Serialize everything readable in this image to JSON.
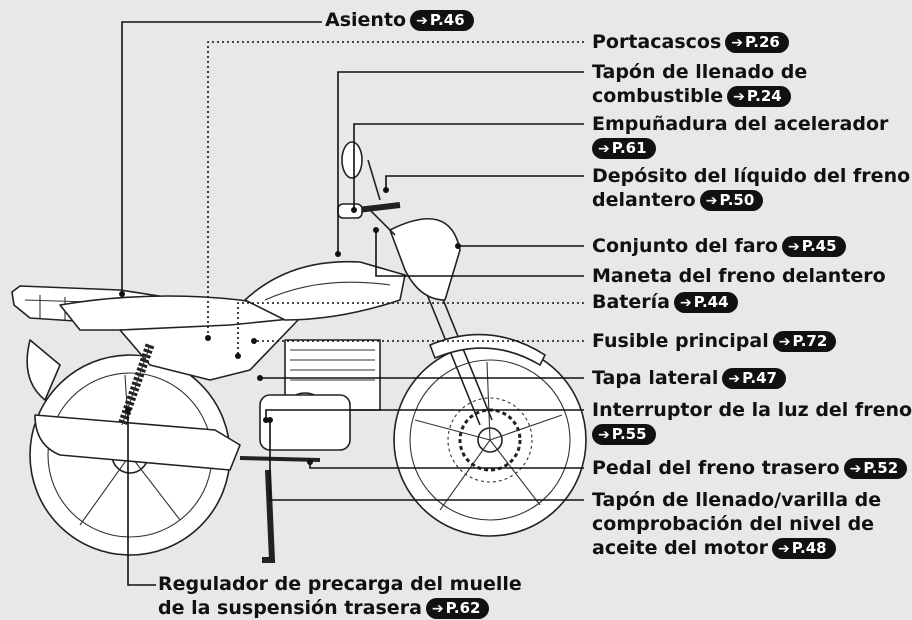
{
  "callouts": [
    {
      "id": "asiento",
      "lines": [
        "Asiento"
      ],
      "ref": "P.46"
    },
    {
      "id": "portacascos",
      "lines": [
        "Portacascos"
      ],
      "ref": "P.26"
    },
    {
      "id": "tapon-combustible",
      "lines": [
        "Tapón de llenado de",
        "combustible"
      ],
      "ref": "P.24"
    },
    {
      "id": "empunadura",
      "lines": [
        "Empuñadura del acelerador",
        ""
      ],
      "ref": "P.61"
    },
    {
      "id": "deposito-freno",
      "lines": [
        "Depósito del líquido del freno",
        "delantero"
      ],
      "ref": "P.50"
    },
    {
      "id": "faro",
      "lines": [
        "Conjunto del faro"
      ],
      "ref": "P.45"
    },
    {
      "id": "maneta-freno",
      "lines": [
        "Maneta del freno delantero"
      ],
      "ref": ""
    },
    {
      "id": "bateria",
      "lines": [
        "Batería"
      ],
      "ref": "P.44"
    },
    {
      "id": "fusible",
      "lines": [
        "Fusible principal"
      ],
      "ref": "P.72"
    },
    {
      "id": "tapa-lateral",
      "lines": [
        "Tapa lateral"
      ],
      "ref": "P.47"
    },
    {
      "id": "interruptor-freno",
      "lines": [
        "Interruptor de la luz del freno",
        ""
      ],
      "ref": "P.55"
    },
    {
      "id": "pedal-freno",
      "lines": [
        "Pedal del freno trasero"
      ],
      "ref": "P.52"
    },
    {
      "id": "tapon-aceite",
      "lines": [
        "Tapón de llenado/varilla de",
        "comprobación del nivel de",
        "aceite del motor"
      ],
      "ref": "P.48"
    },
    {
      "id": "regulador",
      "lines": [
        "Regulador de precarga del muelle",
        "de la suspensión trasera"
      ],
      "ref": "P.62"
    }
  ],
  "arrow_glyph": "➔"
}
